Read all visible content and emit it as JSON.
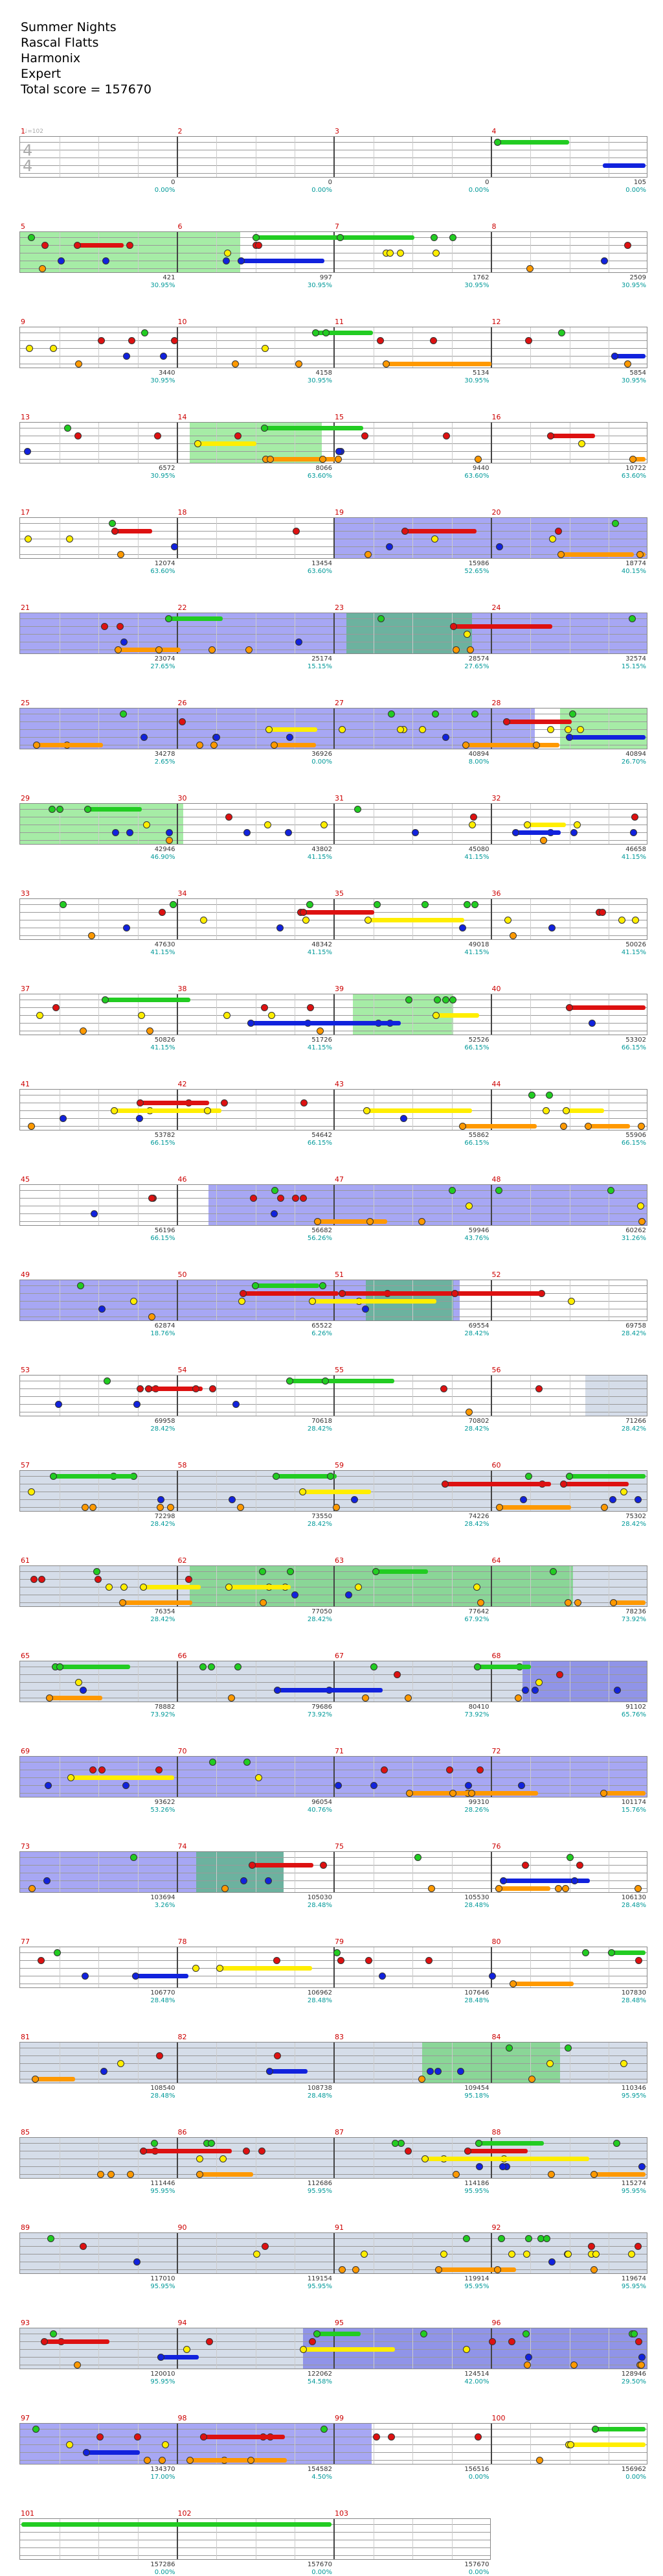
{
  "header": {
    "song_title": "Summer Nights",
    "artist": "Rascal Flatts",
    "developer": "Harmonix",
    "difficulty": "Expert",
    "total_score": "Total score = 157670"
  },
  "first_staff": {
    "tempo_label": "♩=102",
    "time_sig_top": "4",
    "time_sig_bottom": "4"
  },
  "colors": {
    "green": "#22cc22",
    "red": "#dd1111",
    "yellow": "#ffee00",
    "blue": "#1122dd",
    "orange": "#ff9900",
    "overdrive": "#66dd66",
    "solo": "#4444dd",
    "measure_number": "#cc0000",
    "percent": "#009999"
  },
  "lines": [
    {
      "measures": [
        1,
        2,
        3,
        4
      ],
      "scores": [
        "0",
        "0",
        "0",
        "105"
      ],
      "pcts": [
        "0.00%",
        "0.00%",
        "0.00%",
        "0.00%"
      ]
    },
    {
      "measures": [
        5,
        6,
        7,
        8
      ],
      "scores": [
        "421",
        "997",
        "1762",
        "2509"
      ],
      "pcts": [
        "30.95%",
        "30.95%",
        "30.95%",
        "30.95%"
      ]
    },
    {
      "measures": [
        9,
        10,
        11,
        12
      ],
      "scores": [
        "3440",
        "4158",
        "5134",
        "5854"
      ],
      "pcts": [
        "30.95%",
        "30.95%",
        "30.95%",
        "30.95%"
      ]
    },
    {
      "measures": [
        13,
        14,
        15,
        16
      ],
      "scores": [
        "6572",
        "8066",
        "9440",
        "10722"
      ],
      "pcts": [
        "30.95%",
        "63.60%",
        "63.60%",
        "63.60%"
      ]
    },
    {
      "measures": [
        17,
        18,
        19,
        20
      ],
      "scores": [
        "12074",
        "13454",
        "15986",
        "18774"
      ],
      "pcts": [
        "63.60%",
        "63.60%",
        "52.65%",
        "40.15%"
      ]
    },
    {
      "measures": [
        21,
        22,
        23,
        24
      ],
      "scores": [
        "23074",
        "25174",
        "28574",
        "32574"
      ],
      "pcts": [
        "27.65%",
        "15.15%",
        "27.65%",
        "15.15%"
      ]
    },
    {
      "measures": [
        25,
        26,
        27,
        28
      ],
      "scores": [
        "34278",
        "36926",
        "40894",
        "40894"
      ],
      "pcts": [
        "2.65%",
        "0.00%",
        "8.00%",
        "26.70%"
      ]
    },
    {
      "measures": [
        29,
        30,
        31,
        32
      ],
      "scores": [
        "42946",
        "43802",
        "45080",
        "46658"
      ],
      "pcts": [
        "46.90%",
        "41.15%",
        "41.15%",
        "41.15%"
      ]
    },
    {
      "measures": [
        33,
        34,
        35,
        36
      ],
      "scores": [
        "47630",
        "48342",
        "49018",
        "50026"
      ],
      "pcts": [
        "41.15%",
        "41.15%",
        "41.15%",
        "41.15%"
      ]
    },
    {
      "measures": [
        37,
        38,
        39,
        40
      ],
      "scores": [
        "50826",
        "51726",
        "52526",
        "53302"
      ],
      "pcts": [
        "41.15%",
        "41.15%",
        "66.15%",
        "66.15%"
      ]
    },
    {
      "measures": [
        41,
        42,
        43,
        44
      ],
      "scores": [
        "53782",
        "54642",
        "55862",
        "55906"
      ],
      "pcts": [
        "66.15%",
        "66.15%",
        "66.15%",
        "66.15%"
      ]
    },
    {
      "measures": [
        45,
        46,
        47,
        48
      ],
      "scores": [
        "56196",
        "56682",
        "59946",
        "60262"
      ],
      "pcts": [
        "66.15%",
        "56.26%",
        "43.76%",
        "31.26%"
      ]
    },
    {
      "measures": [
        49,
        50,
        51,
        52
      ],
      "scores": [
        "62874",
        "65522",
        "69554",
        "69758"
      ],
      "pcts": [
        "18.76%",
        "6.26%",
        "28.42%",
        "28.42%"
      ]
    },
    {
      "measures": [
        53,
        54,
        55,
        56
      ],
      "scores": [
        "69958",
        "70618",
        "70802",
        "71266"
      ],
      "pcts": [
        "28.42%",
        "28.42%",
        "28.42%",
        "28.42%"
      ]
    },
    {
      "measures": [
        57,
        58,
        59,
        60
      ],
      "scores": [
        "72298",
        "73550",
        "74226",
        "75302"
      ],
      "pcts": [
        "28.42%",
        "28.42%",
        "28.42%",
        "28.42%"
      ]
    },
    {
      "measures": [
        61,
        62,
        63,
        64
      ],
      "scores": [
        "76354",
        "77050",
        "77642",
        "78236"
      ],
      "pcts": [
        "28.42%",
        "28.42%",
        "67.92%",
        "73.92%"
      ]
    },
    {
      "measures": [
        65,
        66,
        67,
        68
      ],
      "scores": [
        "78882",
        "79686",
        "80410",
        "91102"
      ],
      "pcts": [
        "73.92%",
        "73.92%",
        "73.92%",
        "65.76%"
      ]
    },
    {
      "measures": [
        69,
        70,
        71,
        72
      ],
      "scores": [
        "93622",
        "96054",
        "99310",
        "101174"
      ],
      "pcts": [
        "53.26%",
        "40.76%",
        "28.26%",
        "15.76%"
      ]
    },
    {
      "measures": [
        73,
        74,
        75,
        76
      ],
      "scores": [
        "103694",
        "105030",
        "105530",
        "106130"
      ],
      "pcts": [
        "3.26%",
        "28.48%",
        "28.48%",
        "28.48%"
      ]
    },
    {
      "measures": [
        77,
        78,
        79,
        80
      ],
      "scores": [
        "106770",
        "106962",
        "107646",
        "107830"
      ],
      "pcts": [
        "28.48%",
        "28.48%",
        "28.48%",
        "28.48%"
      ]
    },
    {
      "measures": [
        81,
        82,
        83,
        84
      ],
      "scores": [
        "108540",
        "108738",
        "109454",
        "110346"
      ],
      "pcts": [
        "28.48%",
        "28.48%",
        "95.18%",
        "95.95%"
      ]
    },
    {
      "measures": [
        85,
        86,
        87,
        88
      ],
      "scores": [
        "111446",
        "112686",
        "114186",
        "115274"
      ],
      "pcts": [
        "95.95%",
        "95.95%",
        "95.95%",
        "95.95%"
      ]
    },
    {
      "measures": [
        89,
        90,
        91,
        92
      ],
      "scores": [
        "117010",
        "119154",
        "119914",
        "119674"
      ],
      "pcts": [
        "95.95%",
        "95.95%",
        "95.95%",
        "95.95%"
      ]
    },
    {
      "measures": [
        93,
        94,
        95,
        96
      ],
      "scores": [
        "120010",
        "122062",
        "124514",
        "128946"
      ],
      "pcts": [
        "95.95%",
        "54.58%",
        "42.00%",
        "29.50%"
      ]
    },
    {
      "measures": [
        97,
        98,
        99,
        100
      ],
      "scores": [
        "134370",
        "154582",
        "156516",
        "156962"
      ],
      "pcts": [
        "17.00%",
        "4.50%",
        "0.00%",
        "0.00%"
      ]
    },
    {
      "measures": [
        101,
        102,
        103
      ],
      "scores": [
        "157286",
        "157670",
        "157670"
      ],
      "pcts": [
        "0.00%",
        "0.00%",
        "0.00%"
      ]
    }
  ]
}
